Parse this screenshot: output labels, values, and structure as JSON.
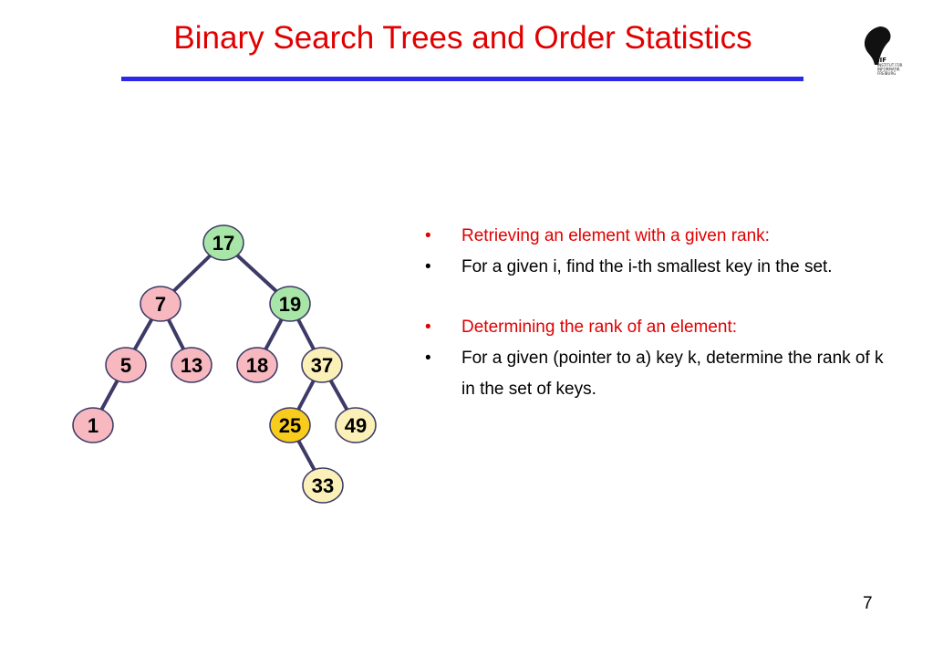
{
  "slide": {
    "title": "Binary Search Trees and Order Statistics",
    "page_number": "7",
    "logo": {
      "icon": "iif-freiburg-logo",
      "brand": "IIF",
      "lines": [
        "INSTITUT FÜR",
        "INFORMATIK",
        "FREIBURG"
      ]
    }
  },
  "tree": {
    "nodes": [
      {
        "id": "n17",
        "label": "17",
        "group": "green"
      },
      {
        "id": "n7",
        "label": "7",
        "group": "pink"
      },
      {
        "id": "n19",
        "label": "19",
        "group": "green"
      },
      {
        "id": "n5",
        "label": "5",
        "group": "pink"
      },
      {
        "id": "n13",
        "label": "13",
        "group": "pink"
      },
      {
        "id": "n18",
        "label": "18",
        "group": "pink"
      },
      {
        "id": "n37",
        "label": "37",
        "group": "cream"
      },
      {
        "id": "n1",
        "label": "1",
        "group": "pink"
      },
      {
        "id": "n25",
        "label": "25",
        "group": "yellow"
      },
      {
        "id": "n49",
        "label": "49",
        "group": "cream"
      },
      {
        "id": "n33",
        "label": "33",
        "group": "cream"
      }
    ],
    "edges": [
      [
        "n17",
        "n7"
      ],
      [
        "n17",
        "n19"
      ],
      [
        "n7",
        "n5"
      ],
      [
        "n7",
        "n13"
      ],
      [
        "n19",
        "n18"
      ],
      [
        "n19",
        "n37"
      ],
      [
        "n5",
        "n1"
      ],
      [
        "n37",
        "n25"
      ],
      [
        "n37",
        "n49"
      ],
      [
        "n25",
        "n33"
      ]
    ],
    "colors": {
      "green": "#a8e6a8",
      "pink": "#f7b8c0",
      "cream": "#fbf0b8",
      "yellow": "#f8cc1c",
      "edge": "#3d3a66",
      "stroke": "#3d3a66"
    }
  },
  "bullets": {
    "items": [
      {
        "marker": "•",
        "text": "Retrieving an element with a given rank:",
        "color": "#e00000"
      },
      {
        "marker": "•",
        "text": "For a given i, find the i-th smallest key in the set.",
        "color": "#000000"
      },
      {
        "marker": "•",
        "text": "Determining the rank of an element:",
        "color": "#e00000"
      },
      {
        "marker": "•",
        "text": "For a given (pointer to a) key k, determine the rank of k in the set of keys.",
        "color": "#000000"
      }
    ]
  }
}
